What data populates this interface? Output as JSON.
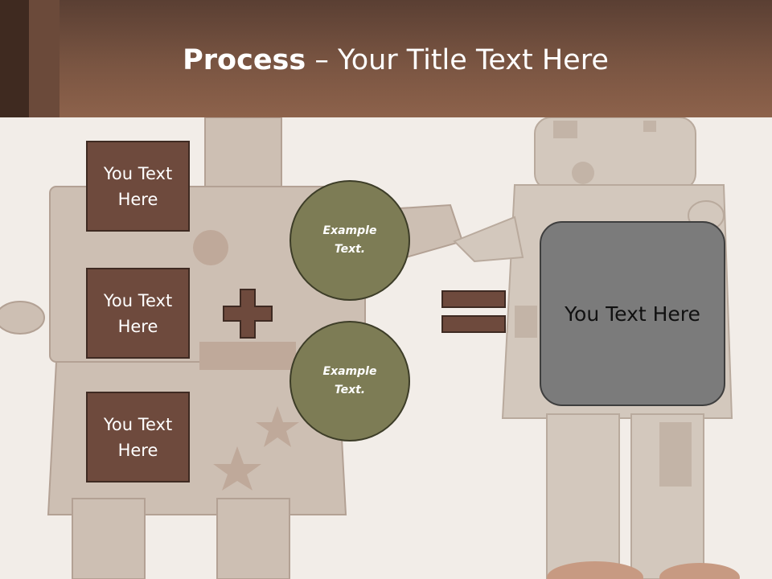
{
  "header": {
    "title_bold": "Process",
    "title_rest": " – Your Title Text Here"
  },
  "left_boxes": [
    {
      "label": "You Text\nHere"
    },
    {
      "label": "You Text\nHere"
    },
    {
      "label": "You Text\nHere"
    }
  ],
  "circles": [
    {
      "label": "Example\nText."
    },
    {
      "label": "Example\nText."
    }
  ],
  "result": {
    "label": "You Text Here"
  },
  "operators": {
    "plus_icon": "plus-sign",
    "equals_icon": "equals-sign"
  },
  "colors": {
    "header": "#7a5542",
    "box_fill": "#6e4a3d",
    "circle_fill": "#7d7c55",
    "result_fill": "#7b7b7b",
    "background": "#efe9e2"
  }
}
